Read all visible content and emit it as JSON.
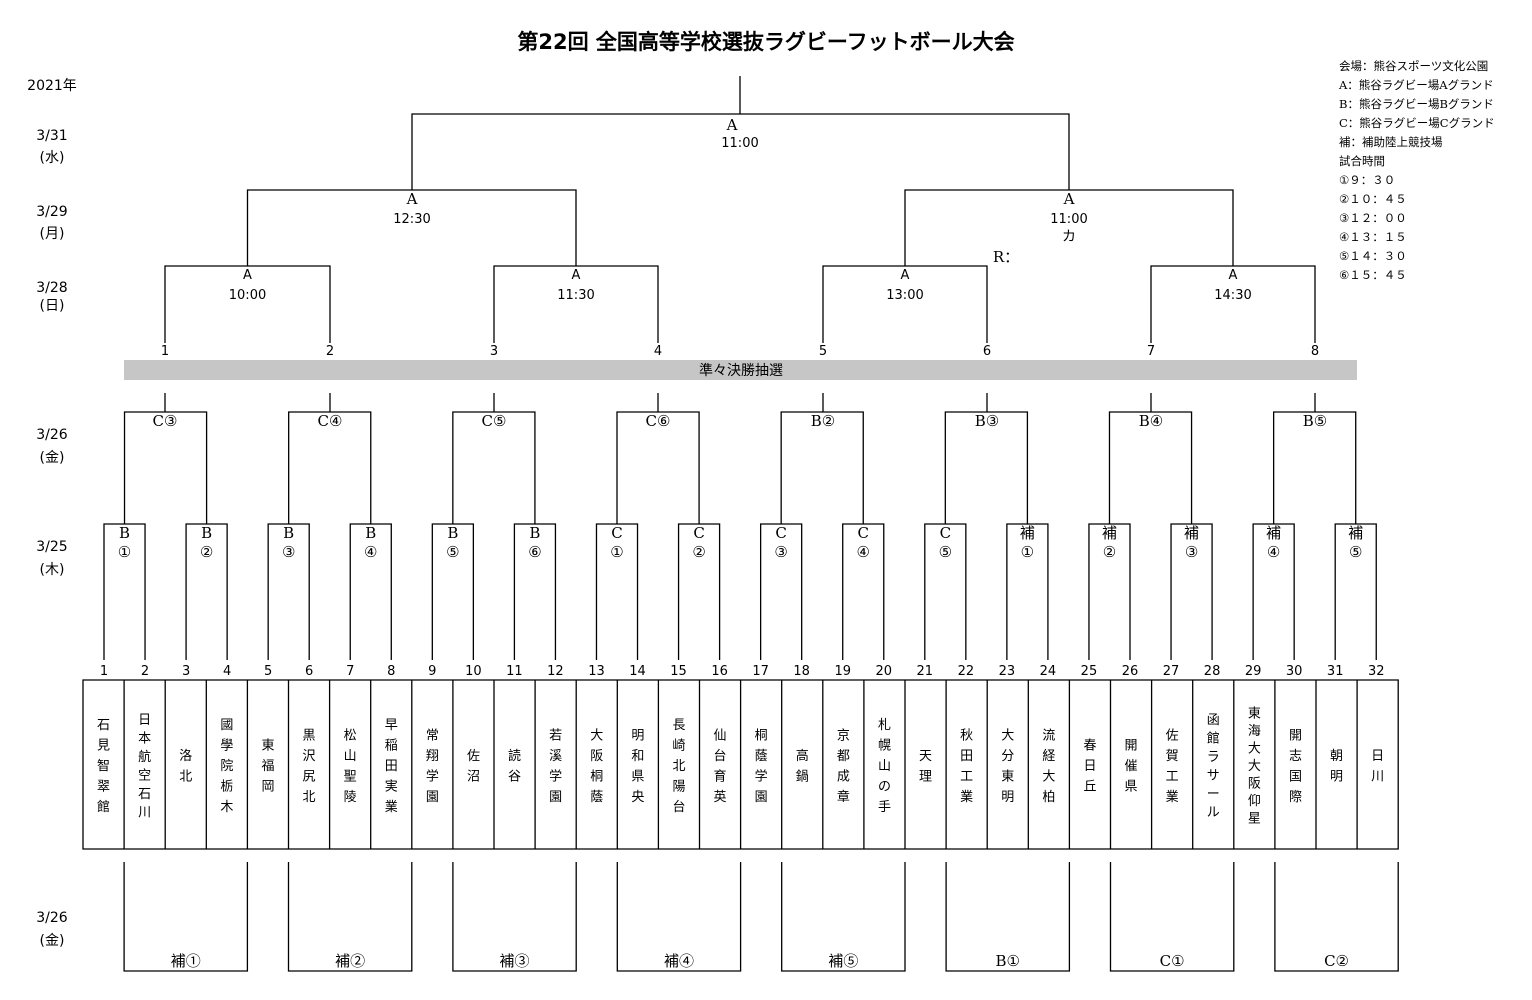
{
  "title": "第22回 全国高等学校選抜ラグビーフットボール大会",
  "year": "2021年",
  "dates": {
    "final": [
      "3/31",
      "(水)"
    ],
    "semi": [
      "3/29",
      "(月)"
    ],
    "quarter": [
      "3/28",
      "(日)"
    ],
    "r16": [
      "3/26",
      "(金)"
    ],
    "r1": [
      "3/25",
      "(木)"
    ],
    "cons": [
      "3/26",
      "(金)"
    ]
  },
  "venue_info": [
    "会場：熊谷スポーツ文化公園",
    "A：熊谷ラグビー場Aグランド",
    "B：熊谷ラグビー場Bグランド",
    "C：熊谷ラグビー場Cグランド",
    "補：補助陸上競技場",
    "試合時間",
    "①９：３０",
    "②１０：４５",
    "③１２：００",
    "④１３：１５",
    "⑤１４：３０",
    "⑥１５：４５"
  ],
  "draw_band_label": "準々決勝抽選",
  "final_match": {
    "venue": "A",
    "time": "11:00"
  },
  "semi_matches": [
    {
      "venue": "A",
      "time": "12:30",
      "extra": ""
    },
    {
      "venue": "A",
      "time": "11:00",
      "extra": "カ"
    }
  ],
  "semi_note": "R：",
  "quarter_matches": [
    {
      "venue": "A",
      "time": "10:00"
    },
    {
      "venue": "A",
      "time": "11:30"
    },
    {
      "venue": "A",
      "time": "13:00"
    },
    {
      "venue": "A",
      "time": "14:30"
    }
  ],
  "draw_slots": [
    "1",
    "2",
    "3",
    "4",
    "5",
    "6",
    "7",
    "8"
  ],
  "r16_matches": [
    "C③",
    "C④",
    "C⑤",
    "C⑥",
    "B②",
    "B③",
    "B④",
    "B⑤"
  ],
  "r1_matches": [
    [
      "B",
      "①"
    ],
    [
      "B",
      "②"
    ],
    [
      "B",
      "③"
    ],
    [
      "B",
      "④"
    ],
    [
      "B",
      "⑤"
    ],
    [
      "B",
      "⑥"
    ],
    [
      "C",
      "①"
    ],
    [
      "C",
      "②"
    ],
    [
      "C",
      "③"
    ],
    [
      "C",
      "④"
    ],
    [
      "C",
      "⑤"
    ],
    [
      "補",
      "①"
    ],
    [
      "補",
      "②"
    ],
    [
      "補",
      "③"
    ],
    [
      "補",
      "④"
    ],
    [
      "補",
      "⑤"
    ]
  ],
  "teams": [
    {
      "no": "1",
      "name": "石見智翠館"
    },
    {
      "no": "2",
      "name": "日本航空石川"
    },
    {
      "no": "3",
      "name": "洛北"
    },
    {
      "no": "4",
      "name": "國學院栃木"
    },
    {
      "no": "5",
      "name": "東福岡"
    },
    {
      "no": "6",
      "name": "黒沢尻北"
    },
    {
      "no": "7",
      "name": "松山聖陵"
    },
    {
      "no": "8",
      "name": "早稲田実業"
    },
    {
      "no": "9",
      "name": "常翔学園"
    },
    {
      "no": "10",
      "name": "佐沼"
    },
    {
      "no": "11",
      "name": "読谷"
    },
    {
      "no": "12",
      "name": "若溪学園"
    },
    {
      "no": "13",
      "name": "大阪桐蔭"
    },
    {
      "no": "14",
      "name": "明和県央"
    },
    {
      "no": "15",
      "name": "長崎北陽台"
    },
    {
      "no": "16",
      "name": "仙台育英"
    },
    {
      "no": "17",
      "name": "桐蔭学園"
    },
    {
      "no": "18",
      "name": "高鍋"
    },
    {
      "no": "19",
      "name": "京都成章"
    },
    {
      "no": "20",
      "name": "札幌山の手"
    },
    {
      "no": "21",
      "name": "天理"
    },
    {
      "no": "22",
      "name": "秋田工業"
    },
    {
      "no": "23",
      "name": "大分東明"
    },
    {
      "no": "24",
      "name": "流経大柏"
    },
    {
      "no": "25",
      "name": "春日丘"
    },
    {
      "no": "26",
      "name": "開催県"
    },
    {
      "no": "27",
      "name": "佐賀工業"
    },
    {
      "no": "28",
      "name": "函館ラサール"
    },
    {
      "no": "29",
      "name": "東海大大阪仰星"
    },
    {
      "no": "30",
      "name": "開志国際"
    },
    {
      "no": "31",
      "name": "朝明"
    },
    {
      "no": "32",
      "name": "日川"
    }
  ],
  "consolation_matches": [
    "補①",
    "補②",
    "補③",
    "補④",
    "補⑤",
    "B①",
    "C①",
    "C②"
  ]
}
